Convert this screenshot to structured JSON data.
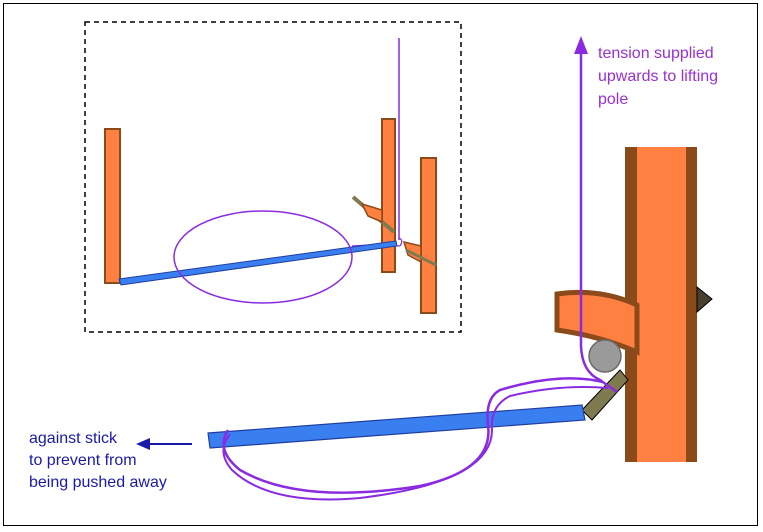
{
  "labels": {
    "tension": [
      "tension supplied",
      "upwards to lifting",
      "pole"
    ],
    "against": [
      "against stick",
      "to prevent from",
      "being pushed away"
    ]
  },
  "colors": {
    "orange": "#ff8040",
    "brown": "#8b4a1a",
    "blue": "#3a7ff0",
    "blueDark": "#1f3f9f",
    "purple": "#8a2be2",
    "purpleText": "#9b30d0",
    "navyText": "#1a1aa8",
    "olive": "#7f7a50",
    "gray": "#9a9a9a"
  }
}
